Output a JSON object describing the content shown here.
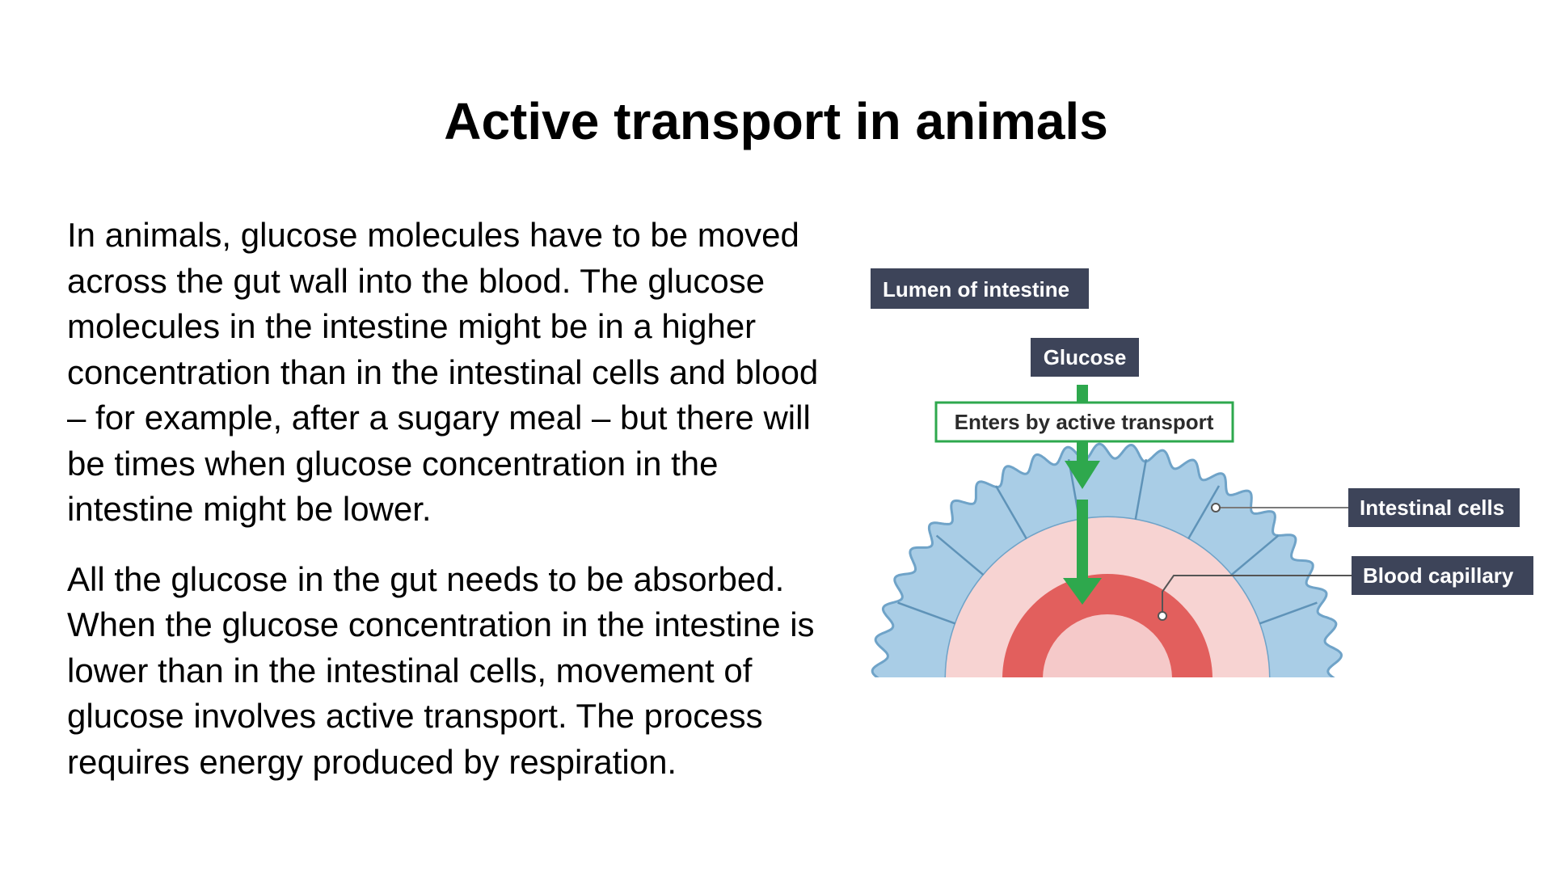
{
  "slide": {
    "title": "Active transport in animals",
    "paragraphs": [
      "In animals, glucose molecules have to be moved across the gut wall into the blood. The glucose molecules in the intestine might be in a higher concentration than in the intestinal cells and blood – for example, after a sugary meal – but there will be times when glucose concentration in the intestine might be lower.",
      "All the glucose in the gut needs to be absorbed. When the glucose concentration in the intestine is lower than in the intestinal cells, movement of glucose involves active transport. The process requires energy produced by respiration."
    ]
  },
  "diagram": {
    "labels": {
      "lumen": "Lumen of intestine",
      "glucose": "Glucose",
      "enters": "Enters by active transport",
      "intestinal_cells": "Intestinal cells",
      "blood_capillary": "Blood capillary"
    },
    "colors": {
      "label_box": "#3d4459",
      "arrow": "#2ea84d",
      "epithelium": "#a9cde6",
      "epithelium_edge": "#6fa3c8",
      "tissue": "#f7d3d2",
      "capillary": "#e25f5d",
      "capillary_lumen": "#f5c9c9"
    }
  }
}
